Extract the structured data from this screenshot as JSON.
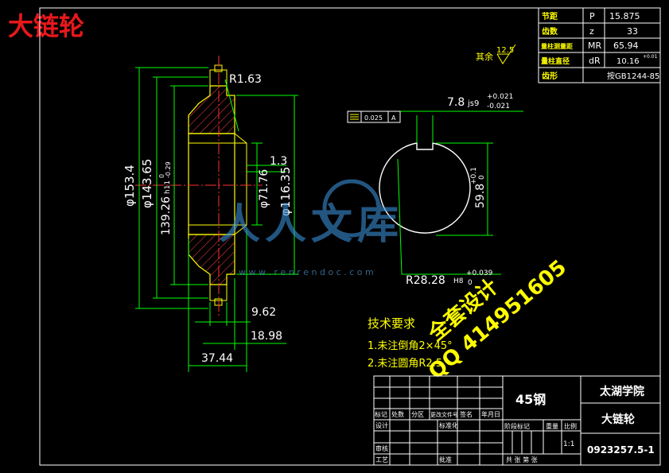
{
  "corner_title": "大链轮",
  "spec_table": [
    {
      "label": "节距",
      "sym": "P",
      "value": "15.875"
    },
    {
      "label": "齿数",
      "sym": "z",
      "value": "33"
    },
    {
      "label": "量柱测量距",
      "sym": "MR",
      "value": "65.94"
    },
    {
      "label": "量柱直径",
      "sym": "dR",
      "value": "10.16"
    },
    {
      "label": "齿形",
      "sym": "",
      "value": "按GB1244-85"
    }
  ],
  "spec_dr_tol": "+0.01",
  "roughness": {
    "label": "其余",
    "value": "12.5"
  },
  "dims": {
    "r163": "R1.63",
    "d1534": "φ153.4",
    "d14365": "φ143.65",
    "d13926": "139.26",
    "d13926_fit": "h11",
    "d13926_tol_top": "0",
    "d13926_tol_bot": "-0.29",
    "d7176": "φ71.76",
    "d11635": "φ116.35",
    "d13": "1.3",
    "d962": "9.62",
    "d1898": "18.98",
    "d3744": "37.44",
    "key_w": "7.8",
    "key_w_fit": "js9",
    "key_w_tol_top": "+0.021",
    "key_w_tol_bot": "-0.021",
    "key_d": "59.8",
    "key_d_tol_top": "+0.1",
    "key_d_tol_bot": "0",
    "bore": "R28.28",
    "bore_fit": "H8",
    "bore_tol_top": "+0.039",
    "bore_tol_bot": "0",
    "gtol_value": "0.025",
    "gtol_datum": "A"
  },
  "tech_req": {
    "title": "技术要求",
    "line1": "1.未注倒角2×45°",
    "line2": "2.未注圆角R2.5"
  },
  "watermark": {
    "promo1": "全套设计",
    "promo2": "QQ 414951605",
    "logo_text": "人人文库",
    "url": "w w w . r e n r e n d o c . c o m"
  },
  "title_block": {
    "material": "45钢",
    "school": "太湖学院",
    "part_name": "大链轮",
    "drawing_no": "0923257.5-1",
    "row_labels": [
      "标记",
      "处数",
      "分区",
      "更改文件号",
      "签名",
      "年月日"
    ],
    "design": "设计",
    "standard": "标准化",
    "review": "审核",
    "process": "工艺",
    "approve": "批准",
    "stage_label": "阶段标记",
    "weight_label": "重量",
    "scale_label": "比例",
    "scale_value": "1:1",
    "sheets": "共 张 第 张"
  },
  "colors": {
    "bg": "#000000",
    "frame": "#ffffff",
    "outline": "#ffff00",
    "dim": "#00ff00",
    "hatch": "#ff4040",
    "center": "#ff3030",
    "text_white": "#ffffff",
    "promo": "#ffff00",
    "title_red": "#e8181c"
  }
}
